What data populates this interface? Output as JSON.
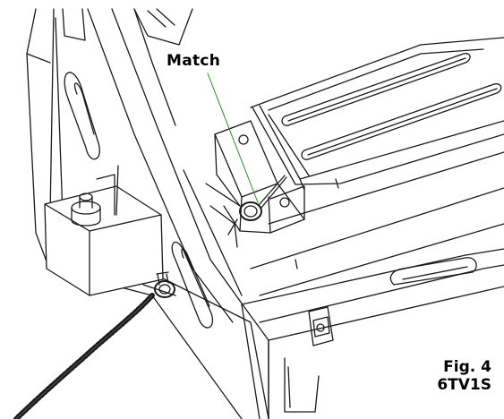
{
  "callout": {
    "label": "Match"
  },
  "caption": {
    "fig": "Fig. 4",
    "model": "6TV1S"
  },
  "colors": {
    "line": "#1a1a1a",
    "leader": "#2e8b2e",
    "fill": "#ffffff",
    "shade": "#d9d9d9"
  }
}
